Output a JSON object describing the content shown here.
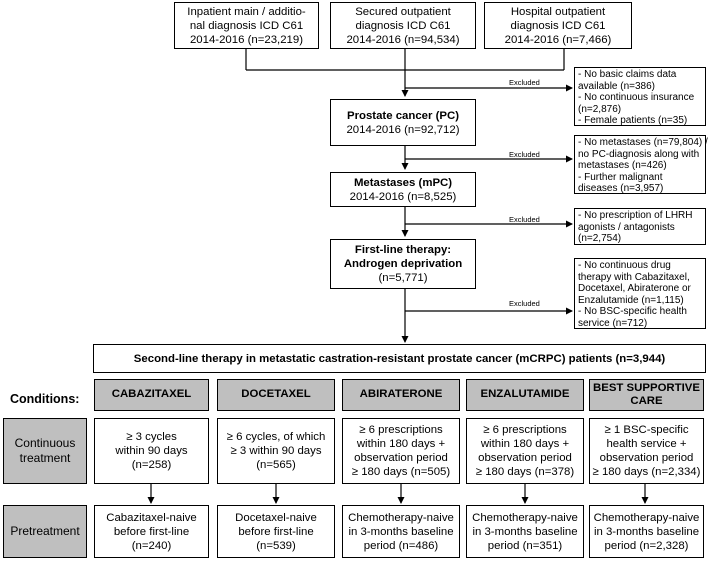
{
  "sources": [
    {
      "lines": [
        "Inpatient main / additio-",
        "nal diagnosis ICD C61",
        "2014-2016 (n=23,219)"
      ]
    },
    {
      "lines": [
        "Secured outpatient",
        "diagnosis ICD C61",
        "2014-2016 (n=94,534)"
      ]
    },
    {
      "lines": [
        "Hospital outpatient",
        "diagnosis ICD C61",
        "2014-2016 (n=7,466)"
      ]
    }
  ],
  "excluded_label": "Excluded",
  "exclusions": [
    {
      "lines": [
        "- No basic claims data",
        "  available (n=386)",
        "- No continuous insurance",
        "  (n=2,876)",
        "- Female patients (n=35)"
      ]
    },
    {
      "lines": [
        "- No metastases (n=79,804) /",
        "  no PC-diagnosis along with",
        "  metastases (n=426)",
        "- Further malignant",
        "  diseases (n=3,957)"
      ]
    },
    {
      "lines": [
        "- No prescription of LHRH",
        "  agonists / antagonists",
        "  (n=2,754)"
      ]
    },
    {
      "lines": [
        "- No continuous drug",
        "  therapy with Cabazitaxel,",
        "  Docetaxel, Abiraterone or",
        "  Enzalutamide (n=1,115)",
        "- No BSC-specific health",
        "  service (n=712)"
      ]
    }
  ],
  "steps": [
    {
      "title": "Prostate cancer (PC)",
      "sub": [
        "2014-2016 (n=92,712)"
      ]
    },
    {
      "title": "Metastases (mPC)",
      "sub": [
        "2014-2016 (n=8,525)"
      ]
    },
    {
      "title_lines": [
        "First-line therapy:",
        "Androgen deprivation"
      ],
      "sub": [
        "(n=5,771)"
      ]
    }
  ],
  "second_line": "Second-line therapy in metastatic castration-resistant prostate cancer (mCRPC) patients (n=3,944)",
  "conditions_label": "Conditions:",
  "row_labels": {
    "continuous": [
      "Continuous",
      "treatment"
    ],
    "pretreatment": [
      "Pretreatment"
    ]
  },
  "arms": [
    {
      "name": [
        "CABAZITAXEL"
      ],
      "continuous": [
        "≥ 3 cycles",
        "within 90 days",
        "(n=258)"
      ],
      "pretreatment": [
        "Cabazitaxel-naive",
        "before first-line",
        "(n=240)"
      ]
    },
    {
      "name": [
        "DOCETAXEL"
      ],
      "continuous": [
        "≥ 6 cycles, of which",
        "≥ 3 within 90 days",
        "(n=565)"
      ],
      "pretreatment": [
        "Docetaxel-naive",
        "before first-line",
        "(n=539)"
      ]
    },
    {
      "name": [
        "ABIRATERONE"
      ],
      "continuous": [
        "≥ 6 prescriptions",
        "within 180 days +",
        "observation period",
        "≥ 180 days (n=505)"
      ],
      "pretreatment": [
        "Chemotherapy-naive",
        "in 3-months baseline",
        "period (n=486)"
      ]
    },
    {
      "name": [
        "ENZALUTAMIDE"
      ],
      "continuous": [
        "≥ 6 prescriptions",
        "within 180 days +",
        "observation period",
        "≥ 180 days (n=378)"
      ],
      "pretreatment": [
        "Chemotherapy-naive",
        "in 3-months baseline",
        "period (n=351)"
      ]
    },
    {
      "name": [
        "BEST SUPPORTIVE",
        "CARE"
      ],
      "continuous": [
        "≥ 1 BSC-specific",
        "health service +",
        "observation period",
        "≥ 180 days (n=2,334)"
      ],
      "pretreatment": [
        "Chemotherapy-naive",
        "in 3-months baseline",
        "period (n=2,328)"
      ]
    }
  ]
}
